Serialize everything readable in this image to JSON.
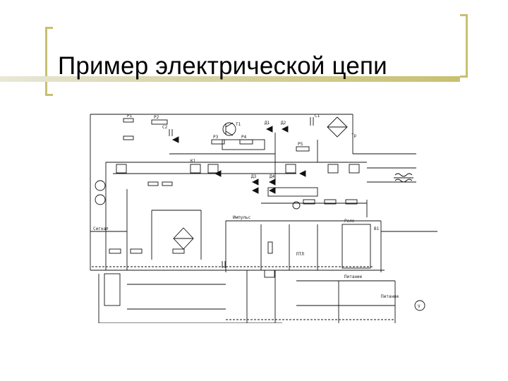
{
  "slide": {
    "title": "Пример электрической цепи"
  },
  "colors": {
    "accent": "#c8c070",
    "ink": "#111111",
    "background": "#ffffff"
  },
  "schematic": {
    "labels": {
      "r1": "Р1",
      "r2": "Р2",
      "r3": "Р3",
      "r4": "Р4",
      "r5": "Р5",
      "t1": "Т1",
      "d1": "Д1",
      "d2": "Д2",
      "d3": "Д3",
      "d4": "Д4",
      "tr": "Тр",
      "c1": "С1",
      "c2": "С2",
      "k1": "К1",
      "ptl": "ПТЛ",
      "key": "Сигнал",
      "pulse": "Импульс",
      "power": "Питание",
      "power2": "Питание",
      "relay": "Реле",
      "v1": "V",
      "sw": "В1"
    }
  }
}
